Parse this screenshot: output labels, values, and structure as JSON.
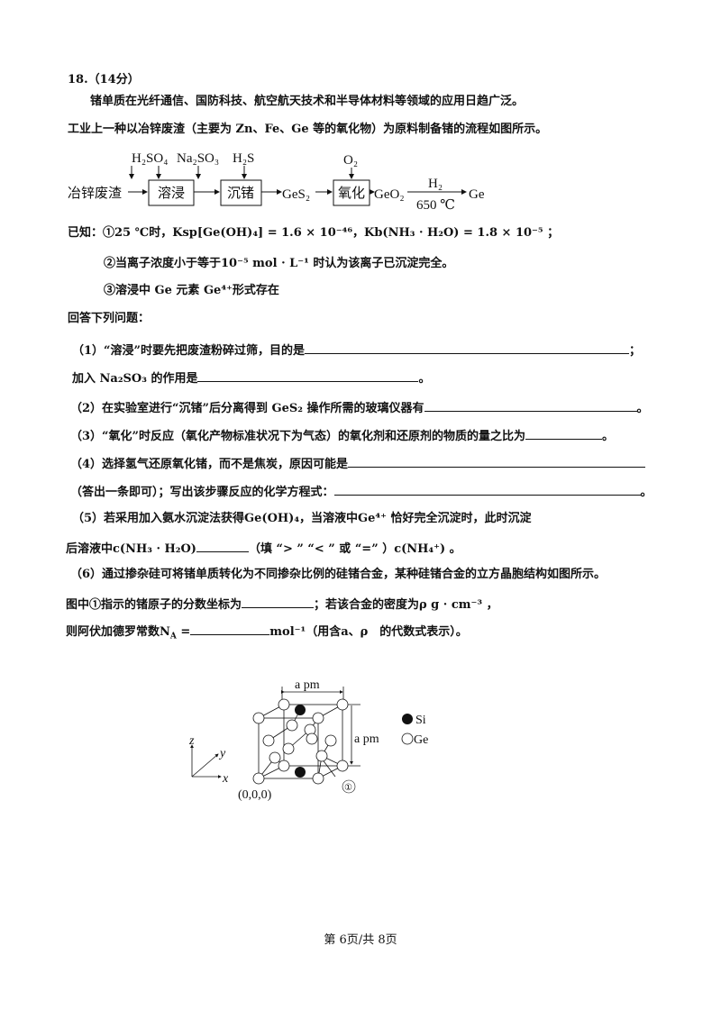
{
  "question": {
    "number": "18.（14分）",
    "intro1": "锗单质在光纤通信、国防科技、航空航天技术和半导体材料等领域的应用日趋广泛。",
    "intro2": "工业上一种以冶锌废渣（主要为 Zn、Fe、Ge 等的氧化物）为原料制备锗的流程如图所示。"
  },
  "flowchart": {
    "start": "冶锌废渣",
    "reagents": [
      "H₂SO₄",
      "Na₂SO₃",
      "H₂S",
      "O₂"
    ],
    "steps": [
      "溶浸",
      "沉锗",
      "氧化"
    ],
    "intermediates": [
      "GeS₂",
      "GeO₂"
    ],
    "final_reagent": "H₂",
    "final_condition": "650 ℃",
    "product": "Ge"
  },
  "known": {
    "k1": "已知：①25 ℃时，Ksp[Ge(OH)₄] = 1.6 × 10⁻⁴⁶，Kb(NH₃ · H₂O) = 1.8 × 10⁻⁵ ；",
    "k2": "②当离子浓度小于等于10⁻⁵ mol · L⁻¹ 时认为该离子已沉淀完全。",
    "k3": "③溶浸中 Ge 元素 Ge⁴⁺形式存在"
  },
  "prompt": "回答下列问题：",
  "q1a": "（1）“溶浸”时要先把废渣粉碎过筛，目的是",
  "q1a_end": "；",
  "q1b": "加入 Na₂SO₃ 的作用是",
  "q1b_end": "。",
  "q2": "（2）在实验室进行“沉锗”后分离得到 GeS₂ 操作所需的玻璃仪器有",
  "q2_end": "。",
  "q3": "（3）“氧化”时反应（氧化产物标准状况下为气态）的氧化剂和还原剂的物质的量之比为",
  "q3_end": "。",
  "q4a": "（4）选择氢气还原氧化锗，而不是焦炭，原因可能是",
  "q4b": "（答出一条即可）；写出该步骤反应的化学方程式：",
  "q4b_end": "。",
  "q5a": "（5）若采用加入氨水沉淀法获得Ge(OH)₄，当溶液中Ge⁴⁺ 恰好完全沉淀时，此时沉淀",
  "q5b_pre": "后溶液中c(NH₃ · H₂O)",
  "q5b_post": "（填 “> ” “< ” 或 “=” ）c(NH₄⁺) 。",
  "q6a": "（6）通过掺杂硅可将锗单质转化为不同掺杂比例的硅锗合金，某种硅锗合金的立方晶胞结构如图所示。",
  "q6b": "图中①指示的锗原子的分数坐标为",
  "q6b_post": "；若该合金的密度为ρ g · cm⁻³ ，",
  "q6c": "则阿伏加德罗常数N",
  "q6c_sub": "A",
  "q6c_eq": " =",
  "q6c_post": "mol⁻¹（用含a、ρ　的代数式表示）。",
  "figure": {
    "edge_label": "a pm",
    "legend_si": "Si",
    "legend_ge": "Ge",
    "origin": "(0,0,0)",
    "marker": "①",
    "axis_x": "x",
    "axis_y": "y",
    "axis_z": "z"
  },
  "footer": "第 6页/共 8页"
}
